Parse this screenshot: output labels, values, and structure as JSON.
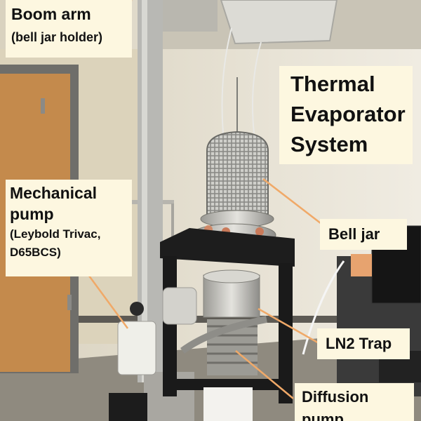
{
  "labels": {
    "boom_arm": {
      "title": "Boom arm",
      "detail": "(bell jar holder)"
    },
    "system_title": {
      "line1": "Thermal",
      "line2": "Evaporator",
      "line3": "System"
    },
    "mechanical_pump": {
      "title_line1": "Mechanical",
      "title_line2": "pump",
      "detail_line1": "(Leybold Trivac,",
      "detail_line2": "D65BCS)"
    },
    "bell_jar": "Bell jar",
    "ln2_trap": "LN2 Trap",
    "diffusion_pump": {
      "line1": "Diffusion",
      "line2": "pump"
    }
  },
  "colors": {
    "label_background": "#fdf7e0",
    "pointer_line": "#f0a968",
    "wall": "#e9e4d6",
    "door": "#c48a4c",
    "frame": "#1a1a1a"
  }
}
